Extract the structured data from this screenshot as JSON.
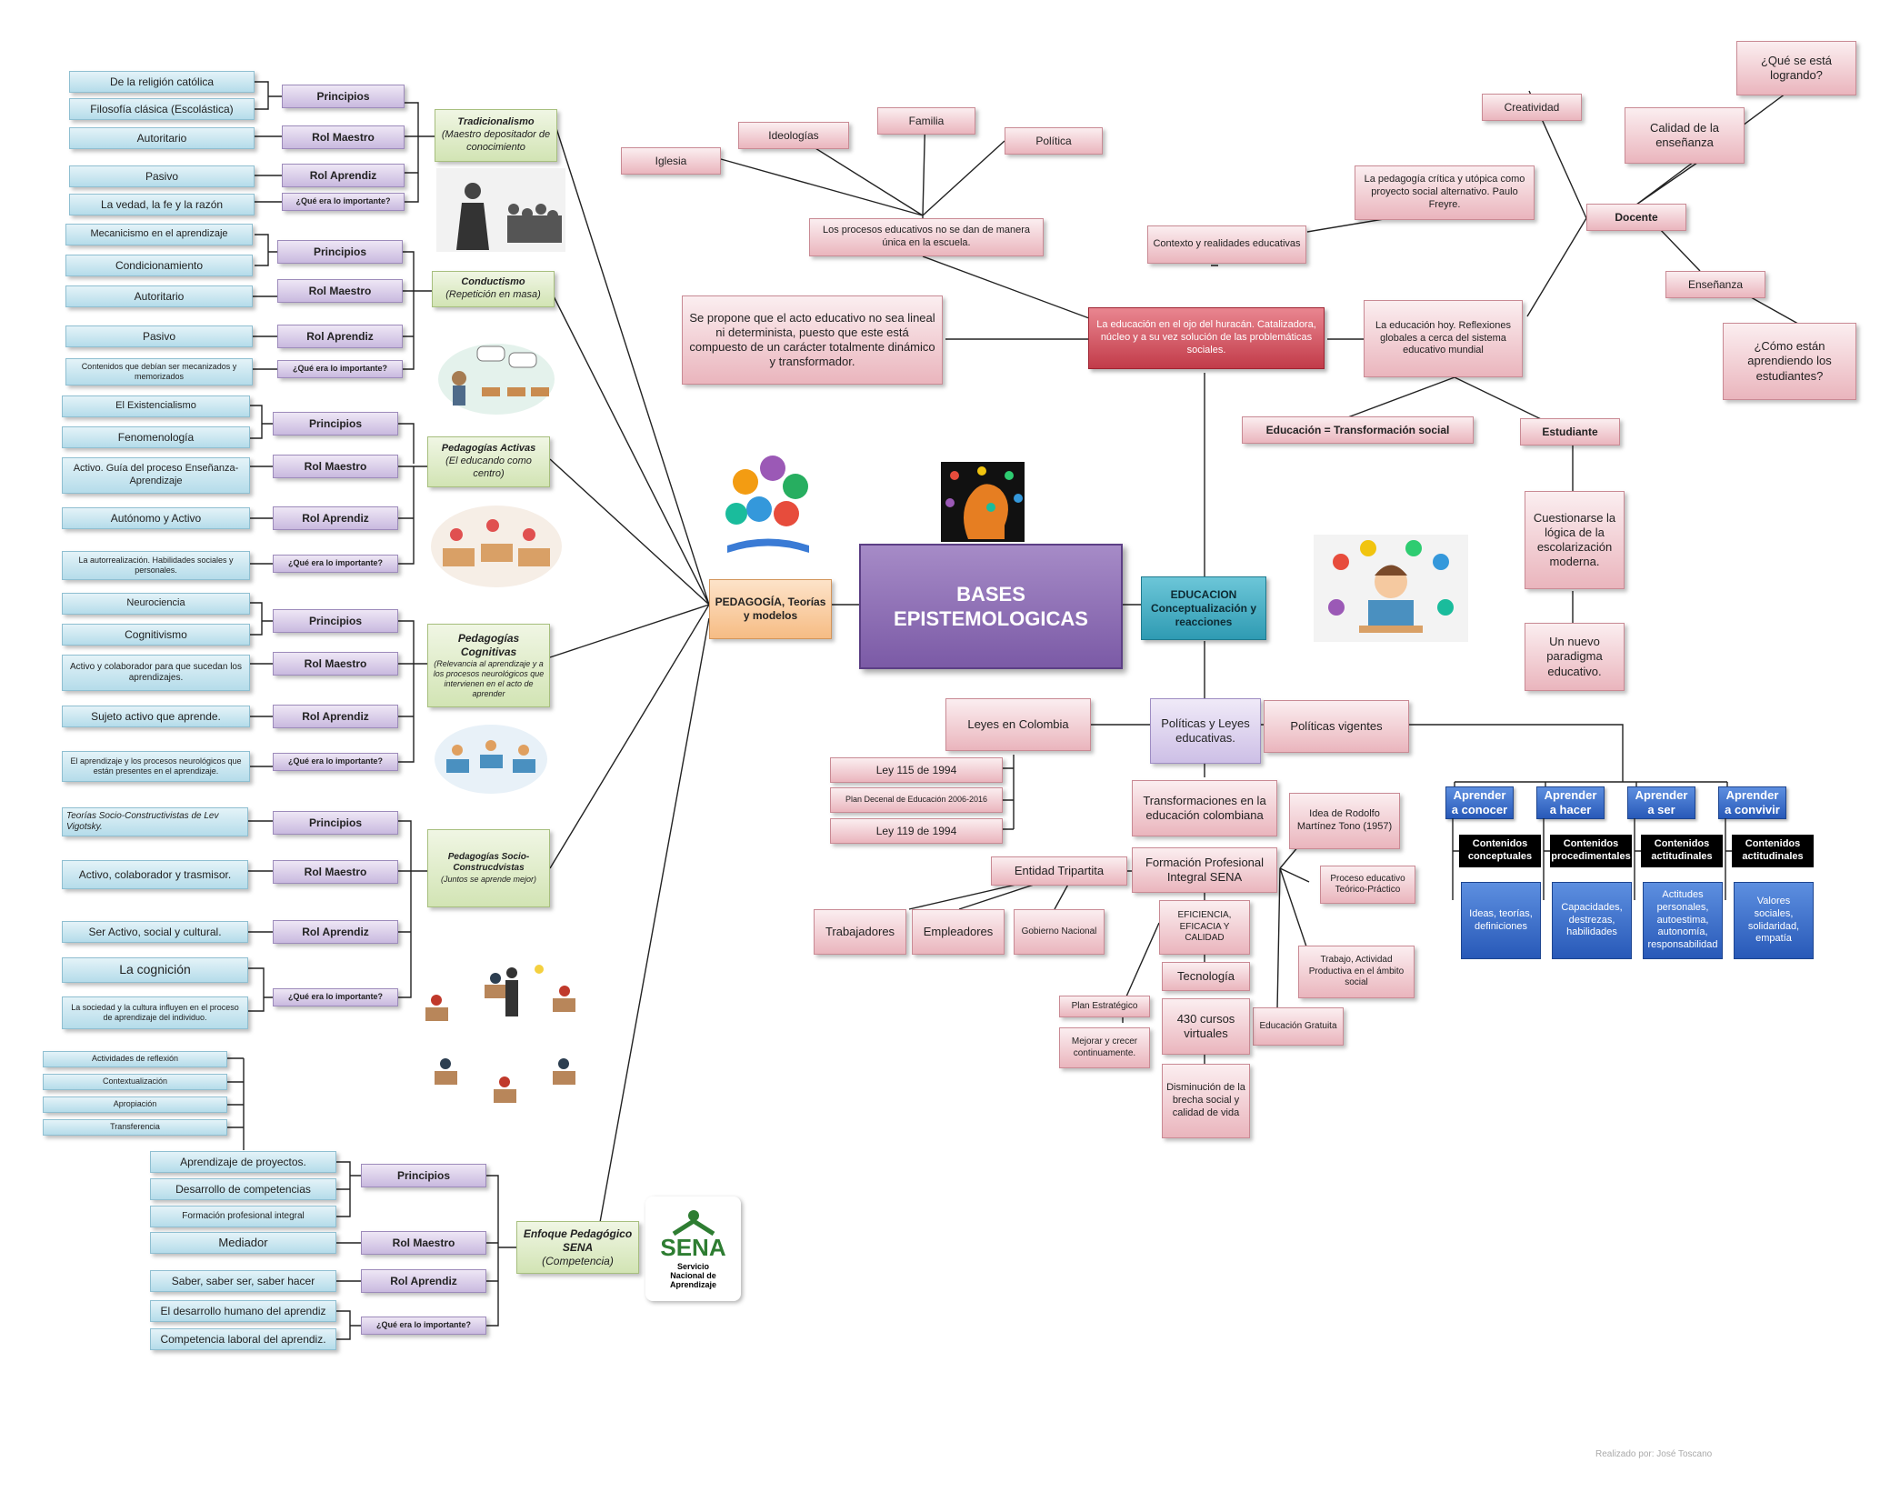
{
  "central": "BASES EPISTEMOLOGICAS",
  "pedagogia": "PEDAGOGÍA, Teorías y modelos",
  "educacion": "EDUCACION Conceptualización y reacciones",
  "labels": {
    "principios": "Principios",
    "rol_maestro": "Rol Maestro",
    "rol_aprendiz": "Rol Aprendiz",
    "importante": "¿Qué era lo importante?"
  },
  "trad": {
    "title": "Tradicionalismo",
    "sub": "(Maestro depositador de conocimiento",
    "p1": "De la religión católica",
    "p2": "Filosofía clásica (Escolástica)",
    "maestro": "Autoritario",
    "aprendiz": "Pasivo",
    "imp": "La vedad, la fe y la razón"
  },
  "cond": {
    "title": "Conductismo",
    "sub": "(Repetición en masa)",
    "p1": "Mecanicismo en el aprendizaje",
    "p2": "Condicionamiento",
    "maestro": "Autoritario",
    "aprendiz": "Pasivo",
    "imp": "Contenidos que debían ser mecanizados y memorizados"
  },
  "act": {
    "title": "Pedagogías Activas",
    "sub": "(El educando como centro)",
    "p1": "El Existencialismo",
    "p2": "Fenomenología",
    "maestro": "Activo. Guía del proceso Enseñanza-Aprendizaje",
    "aprendiz": "Autónomo y Activo",
    "imp": "La autorrealización. Habilidades sociales y personales."
  },
  "cog": {
    "title": "Pedagogías Cognitivas",
    "sub": "(Relevancia al aprendizaje y a los procesos neurológicos que intervienen en el acto de aprender",
    "p1": "Neurociencia",
    "p2": "Cognitivismo",
    "maestro": "Activo y colaborador para que sucedan los aprendizajes.",
    "aprendiz": "Sujeto activo que aprende.",
    "imp": "El aprendizaje y los procesos neurológicos que están presentes en el aprendizaje."
  },
  "soc": {
    "title": "Pedagogías Socio-Construcdvistas",
    "sub": "(Juntos se aprende mejor)",
    "p1": "Teorías Socio-Constructivistas de Lev Vigotsky.",
    "maestro": "Activo, colaborador y trasmisor.",
    "aprendiz": "Ser Activo, social y cultural.",
    "imp1": "La cognición",
    "imp2": "La sociedad y la cultura influyen en el proceso de aprendizaje del individuo."
  },
  "sena": {
    "title": "Enfoque Pedagógico SENA",
    "sub": "(Competencia)",
    "r1": "Actividades de reflexión",
    "r2": "Contextualización",
    "r3": "Apropiación",
    "r4": "Transferencia",
    "p1": "Aprendizaje de proyectos.",
    "p2": "Desarrollo de competencias",
    "p3": "Formación profesional integral",
    "maestro": "Mediador",
    "aprendiz": "Saber, saber ser, saber hacer",
    "imp1": "El desarrollo humano del aprendiz",
    "imp2": "Competencia laboral del aprendiz.",
    "logo_word": "SENA",
    "logo_caption": "Servicio Nacional de Aprendizaje"
  },
  "top": {
    "iglesia": "Iglesia",
    "ideologias": "Ideologías",
    "familia": "Familia",
    "politica": "Política",
    "procesos": "Los procesos educativos no se dan de manera única en la escuela.",
    "contexto": "Contexto y realidades educativas",
    "freyre": "La pedagogía crítica y utópica como proyecto social alternativo. Paulo Freyre.",
    "propone": "Se propone que el acto educativo no sea lineal ni determinista, puesto que este está compuesto de un carácter totalmente dinámico y transformador.",
    "huracan": "La educación en el ojo del huracán. Catalizadora, núcleo y a su vez solución de las problemáticas sociales.",
    "hoy": "La educación hoy. Reflexiones globales a cerca del sistema educativo mundial",
    "transf": "Educación = Transformación social",
    "estudiante": "Estudiante",
    "cuestionarse": "Cuestionarse la lógica de la escolarización moderna.",
    "paradigma": "Un nuevo paradigma educativo.",
    "docente": "Docente",
    "creatividad": "Creatividad",
    "calidad": "Calidad de la enseñanza",
    "logrando": "¿Qué se está logrando?",
    "ensenanza": "Enseñanza",
    "aprendiendo": "¿Cómo están aprendiendo los estudiantes?"
  },
  "leyes": {
    "politicas": "Políticas y Leyes educativas.",
    "colombia": "Leyes en Colombia",
    "ley115": "Ley 115 de 1994",
    "plan": "Plan Decenal de Educación 2006-2016",
    "ley119": "Ley 119 de 1994",
    "vigentes": "Políticas vigentes",
    "transf_col": "Transformaciones en la educación colombiana",
    "fpi": "Formación Profesional Integral SENA",
    "idea": "Idea de Rodolfo Martínez Tono (1957)",
    "teorico": "Proceso educativo Teórico-Práctico",
    "trabajo": "Trabajo, Actividad Productiva en el ámbito social",
    "gratuita": "Educación Gratuita",
    "tripartita": "Entidad Tripartita",
    "trabajadores": "Trabajadores",
    "empleadores": "Empleadores",
    "gobierno": "Gobierno Nacional",
    "eficiencia": "EFICIENCIA, EFICACIA Y CALIDAD",
    "tecnologia": "Tecnología",
    "cursos": "430 cursos virtuales",
    "brecha": "Disminución de la brecha social y calidad de vida",
    "plan_est": "Plan Estratégico",
    "mejorar": "Mejorar y crecer continuamente."
  },
  "pilares": [
    {
      "title": "Aprender a conocer",
      "type": "Contenidos conceptuales",
      "desc": "Ideas, teorías, definiciones"
    },
    {
      "title": "Aprender a hacer",
      "type": "Contenidos procedimentales",
      "desc": "Capacidades, destrezas, habilidades"
    },
    {
      "title": "Aprender a ser",
      "type": "Contenidos actitudinales",
      "desc": "Actitudes personales, autoestima, autonomía, responsabilidad"
    },
    {
      "title": "Aprender a convivir",
      "type": "Contenidos actitudinales",
      "desc": "Valores sociales, solidaridad, empatía"
    }
  ],
  "credit": "Realizado por: José Toscano",
  "colors": {
    "red_node": "#c23b49",
    "purple_main": "#7b5aa6",
    "teal": "#2f9bb3",
    "blue": "#2859b8"
  }
}
